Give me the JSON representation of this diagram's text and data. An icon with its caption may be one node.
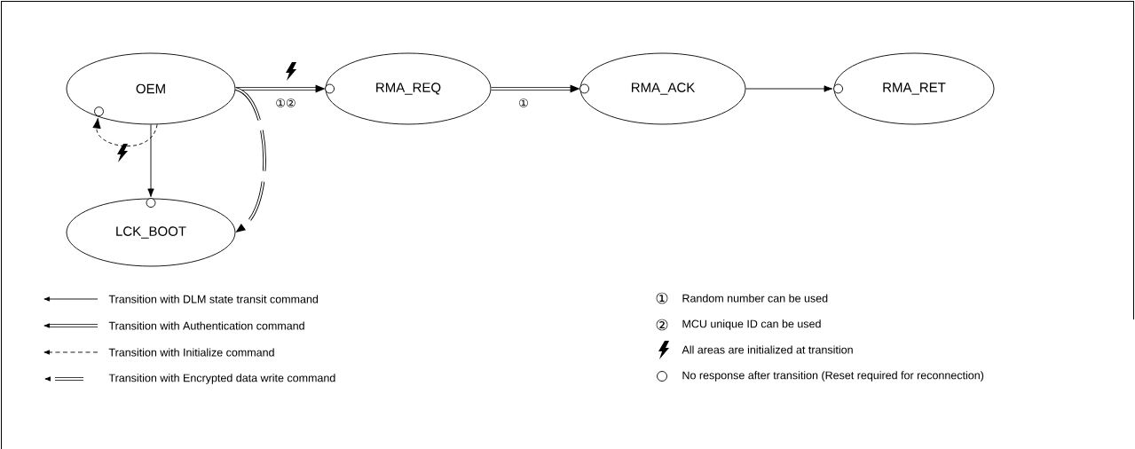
{
  "diagram": {
    "nodes": [
      {
        "text": [
          "OEM"
        ]
      },
      {
        "text": [
          "RMA_REQ"
        ]
      },
      {
        "text": [
          "RMA_ACK"
        ]
      },
      {
        "text": [
          "RMA_RET"
        ]
      },
      {
        "text": [
          "LCK_BOOT"
        ]
      }
    ],
    "edges": [
      {
        "from": 0,
        "to": 1,
        "arrow": "to",
        "style": "thick",
        "label": "①②"
      },
      {
        "from": 1,
        "to": 2,
        "arrow": "to",
        "style": "thick",
        "label": "①"
      },
      {
        "from": 2,
        "to": 3,
        "arrow": "to"
      },
      {
        "from": 0,
        "to": 4,
        "arrow": "to"
      },
      {
        "from": 0,
        "to": 0,
        "arrow": "to",
        "style": "dashed"
      },
      {
        "from": 0,
        "to": 4,
        "arrow": "to",
        "style": "dashed"
      }
    ],
    "labels": [
      "①",
      "②"
    ],
    "legend": [
      {
        "text": "Transition with DLM state transit command"
      },
      {
        "text": "Transition with Authentication command"
      },
      {
        "text": "Transition with Initialize command"
      },
      {
        "text": "Transition with Encrypted data write command"
      },
      {
        "text": "Random number can be used"
      },
      {
        "text": "MCU unique ID can be used"
      },
      {
        "text": "All areas are initialized at transition"
      },
      {
        "text": "No response after transition (Reset required for reconnection)"
      }
    ]
  }
}
